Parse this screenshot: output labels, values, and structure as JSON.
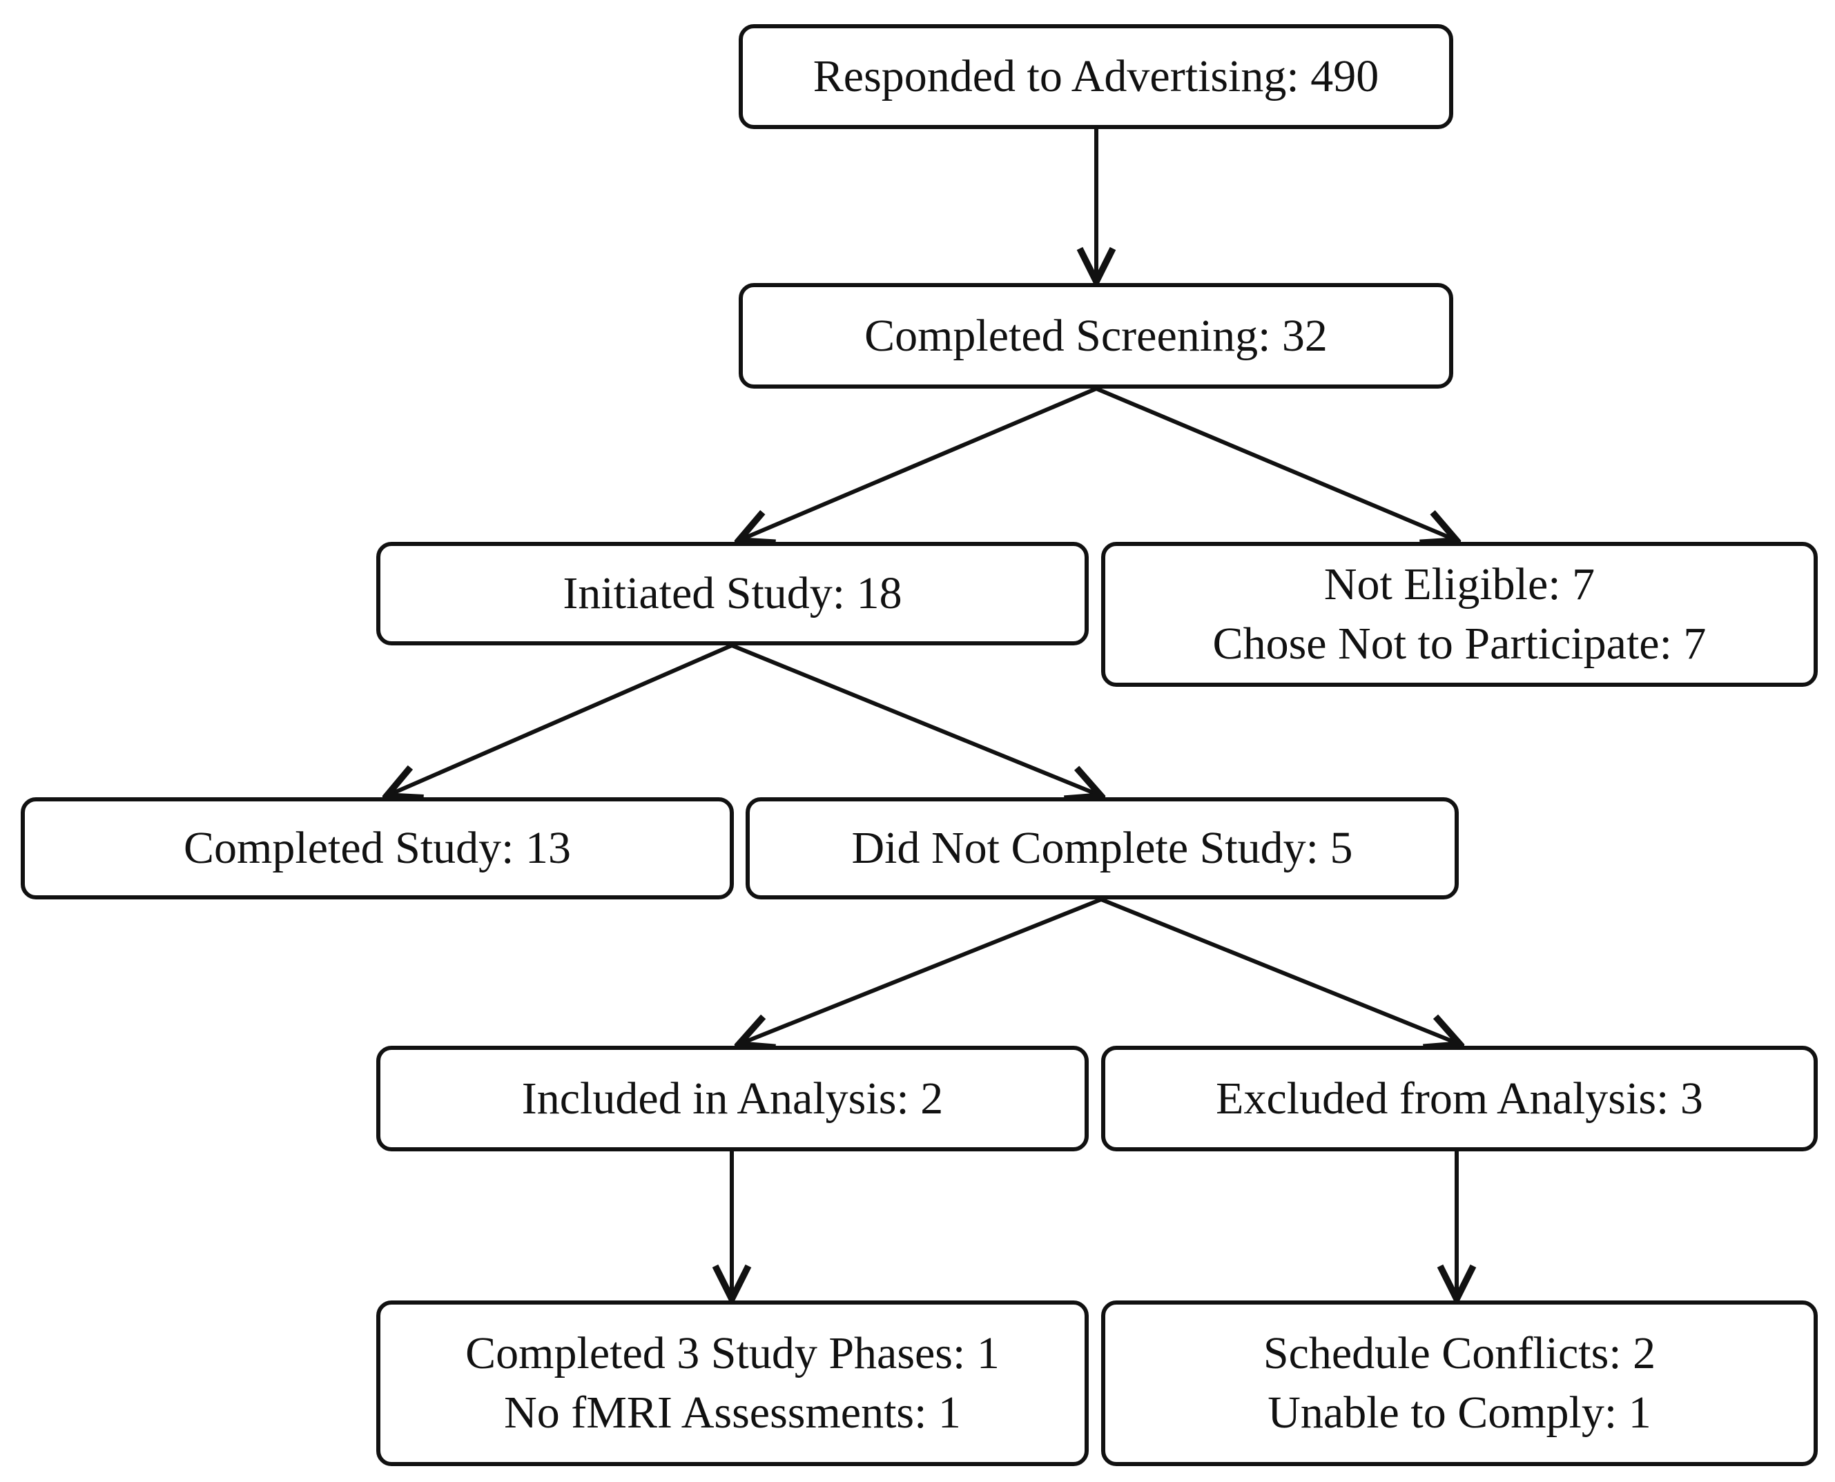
{
  "nodes": {
    "responded": {
      "lines": [
        "Responded to Advertising: 490"
      ]
    },
    "screening": {
      "lines": [
        "Completed Screening: 32"
      ]
    },
    "initiated": {
      "lines": [
        "Initiated Study: 18"
      ]
    },
    "not_eligible": {
      "lines": [
        "Not Eligible: 7",
        "Chose Not to Participate: 7"
      ]
    },
    "completed_study": {
      "lines": [
        "Completed Study: 13"
      ]
    },
    "did_not_complete": {
      "lines": [
        "Did Not Complete Study: 5"
      ]
    },
    "included": {
      "lines": [
        "Included in Analysis: 2"
      ]
    },
    "excluded": {
      "lines": [
        "Excluded from Analysis: 3"
      ]
    },
    "included_detail": {
      "lines": [
        "Completed 3 Study Phases: 1",
        "No fMRI Assessments: 1"
      ]
    },
    "excluded_detail": {
      "lines": [
        "Schedule Conflicts: 2",
        "Unable to Comply: 1"
      ]
    }
  },
  "edges": [
    {
      "from": "responded",
      "to": "screening"
    },
    {
      "from": "screening",
      "to": "initiated"
    },
    {
      "from": "screening",
      "to": "not_eligible"
    },
    {
      "from": "initiated",
      "to": "completed_study"
    },
    {
      "from": "initiated",
      "to": "did_not_complete"
    },
    {
      "from": "did_not_complete",
      "to": "included"
    },
    {
      "from": "did_not_complete",
      "to": "excluded"
    },
    {
      "from": "included",
      "to": "included_detail"
    },
    {
      "from": "excluded",
      "to": "excluded_detail"
    }
  ]
}
